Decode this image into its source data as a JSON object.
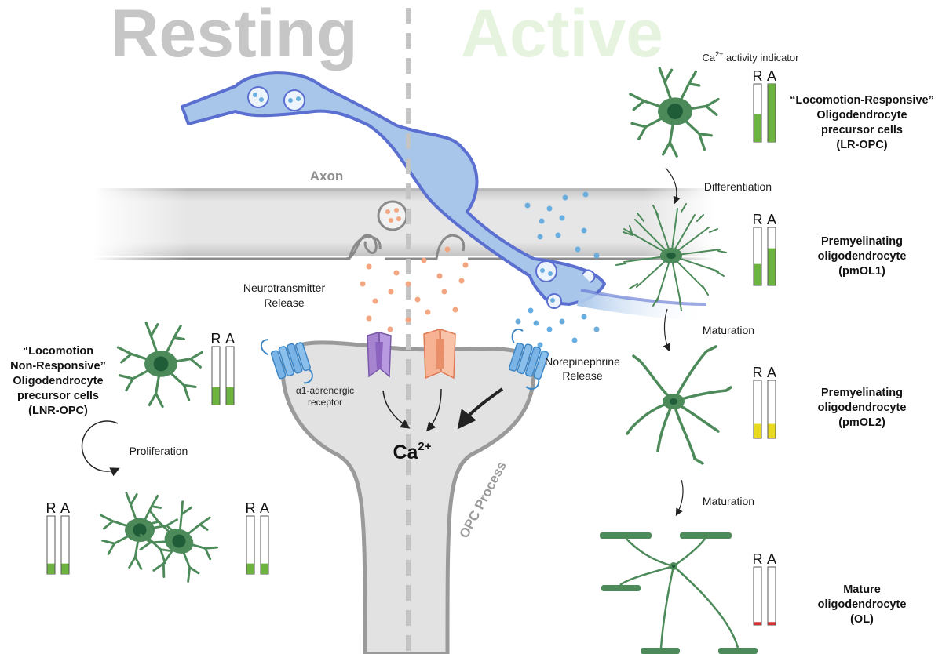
{
  "headers": {
    "resting": "Resting",
    "active": "Active"
  },
  "labels": {
    "axon": "Axon",
    "neurotransmitter_line1": "Neurotransmitter",
    "neurotransmitter_line2": "Release",
    "norepinephrine_line1": "Norepinephrine",
    "norepinephrine_line2": "Release",
    "receptor_line1": "α1-adrenergic",
    "receptor_line2": "receptor",
    "ca_main": "Ca",
    "ca_sup": "2+",
    "opc_process": "OPC Process",
    "proliferation": "Proliferation",
    "indicator_prefix": "Ca",
    "indicator_sup": "2+",
    "indicator_suffix": " activity indicator",
    "differentiation": "Differentiation",
    "maturation1": "Maturation",
    "maturation2": "Maturation"
  },
  "cells": {
    "lnr": [
      "“Locomotion",
      "Non-Responsive”",
      "Oligodendrocyte",
      "precursor cells",
      "(LNR-OPC)"
    ],
    "lr": [
      "“Locomotion-Responsive”",
      "Oligodendrocyte",
      "precursor cells",
      "(LR-OPC)"
    ],
    "pmol1": [
      "Premyelinating",
      "oligodendrocyte",
      "(pmOL1)"
    ],
    "pmol2": [
      "Premyelinating",
      "oligodendrocyte",
      "(pmOL2)"
    ],
    "ol": [
      "Mature",
      "oligodendrocyte",
      "(OL)"
    ]
  },
  "indicator_key": {
    "r": "R",
    "a": "A"
  },
  "indicators": [
    {
      "cell": "LNR-OPC",
      "r": 0.3,
      "a": 0.3,
      "color": "#6db33f"
    },
    {
      "cell": "LNR-OPC (proliferated 1)",
      "r": 0.18,
      "a": 0.18,
      "color": "#6db33f"
    },
    {
      "cell": "LNR-OPC (proliferated 2)",
      "r": 0.18,
      "a": 0.18,
      "color": "#6db33f"
    },
    {
      "cell": "LR-OPC",
      "r": 0.48,
      "a": 1.0,
      "color": "#6db33f"
    },
    {
      "cell": "pmOL1",
      "r": 0.37,
      "a": 0.64,
      "color": "#6db33f"
    },
    {
      "cell": "pmOL2",
      "r": 0.25,
      "a": 0.25,
      "color": "#e8da20"
    },
    {
      "cell": "OL",
      "r": 0.05,
      "a": 0.05,
      "color": "#d62f2f"
    }
  ],
  "colors": {
    "axon_fill": "#a8c6ea",
    "axon_stroke": "#5a6fd0",
    "cell_green": "#4d8a5a",
    "cell_dark": "#1f5c38",
    "nt_dot": "#f3a682",
    "ne_dot": "#6aaee0",
    "opc_fill": "#e2e2e2"
  }
}
